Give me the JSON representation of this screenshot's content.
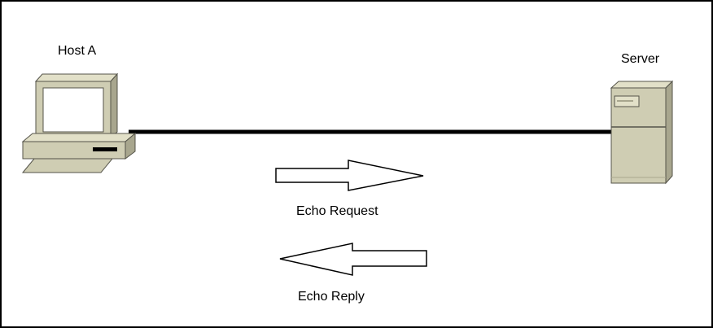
{
  "nodes": {
    "host": {
      "label": "Host A",
      "icon": "desktop-computer-icon"
    },
    "server": {
      "label": "Server",
      "icon": "tower-server-icon"
    }
  },
  "messages": {
    "request": {
      "label": "Echo Request",
      "direction": "host-to-server",
      "icon": "right-arrow-icon"
    },
    "reply": {
      "label": "Echo Reply",
      "direction": "server-to-host",
      "icon": "left-arrow-icon"
    }
  },
  "colors": {
    "border": "#000000",
    "link": "#000000",
    "device_body": "#cfcdb3",
    "device_shade": "#a8a68e",
    "device_edge": "#55544a",
    "screen": "#ffffff",
    "arrow_fill": "#ffffff"
  }
}
